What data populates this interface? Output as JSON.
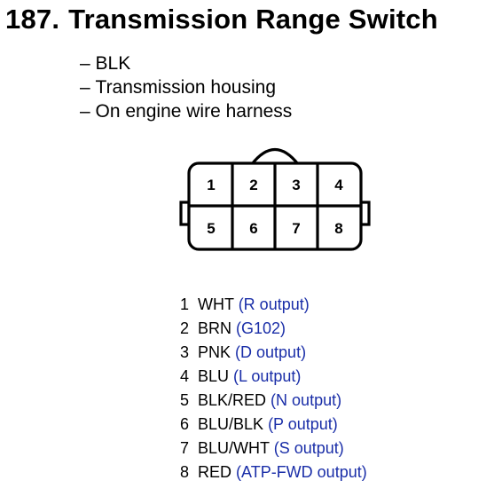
{
  "title": {
    "number": "187.",
    "text": "Transmission Range Switch"
  },
  "notes": [
    "BLK",
    "Transmission housing",
    "On engine wire harness"
  ],
  "connector": {
    "cells": [
      "1",
      "2",
      "3",
      "4",
      "5",
      "6",
      "7",
      "8"
    ]
  },
  "pins": [
    {
      "num": "1",
      "wire": "WHT",
      "func": "(R output)"
    },
    {
      "num": "2",
      "wire": "BRN",
      "func": "(G102)"
    },
    {
      "num": "3",
      "wire": "PNK",
      "func": "(D output)"
    },
    {
      "num": "4",
      "wire": "BLU",
      "func": "(L output)"
    },
    {
      "num": "5",
      "wire": "BLK/RED",
      "func": "(N output)"
    },
    {
      "num": "6",
      "wire": "BLU/BLK",
      "func": "(P output)"
    },
    {
      "num": "7",
      "wire": "BLU/WHT",
      "func": "(S output)"
    },
    {
      "num": "8",
      "wire": "RED",
      "func": "(ATP-FWD output)"
    }
  ],
  "colors": {
    "function_text": "#1a2ea8"
  }
}
